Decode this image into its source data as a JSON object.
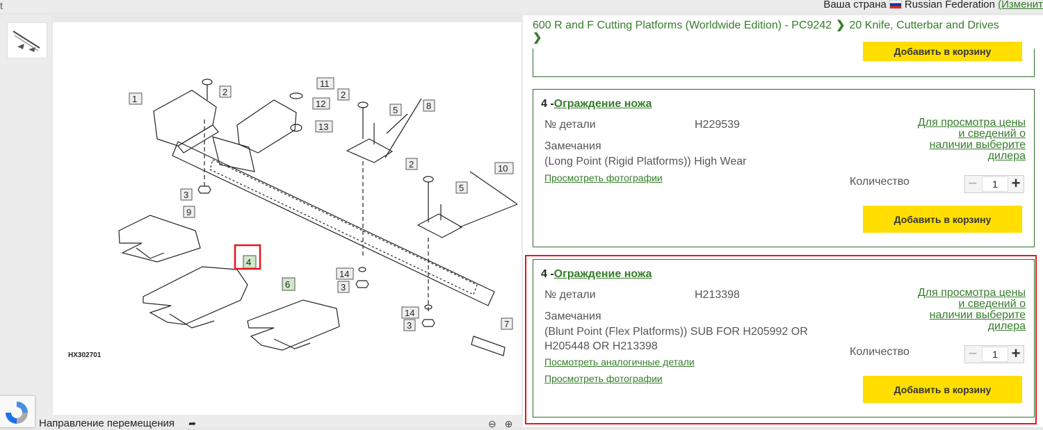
{
  "top": {
    "left_mark": "t",
    "country_label": "Ваша страна",
    "country_name": "Russian Federation",
    "change_label": "(Изменит"
  },
  "diagram": {
    "code": "HX302701",
    "callouts": [
      "1",
      "2",
      "11",
      "12",
      "13",
      "2",
      "5",
      "8",
      "3",
      "9",
      "4",
      "6",
      "2",
      "5",
      "10",
      "14",
      "3",
      "14",
      "3",
      "7"
    ]
  },
  "bottom": {
    "nav_direction": "Направление перемещения",
    "zoom_out_icon": "zoom-out-icon",
    "zoom_in_icon": "zoom-in-icon"
  },
  "breadcrumb": {
    "item1": "600 R and F Cutting Platforms (Worldwide Edition) - PC9242",
    "item2": "20 Knife, Cutterbar and Drives"
  },
  "labels": {
    "part_no": "№ детали",
    "remarks": "Замечания",
    "quantity": "Количество",
    "add_to_cart": "Добавить в корзину",
    "view_photos": "Просмотреть фотографии",
    "view_similar": "Посмотреть аналогичные детали",
    "dealer_line1": "Для просмотра цены",
    "dealer_line2": "и сведений о",
    "dealer_line3": "наличии выберите",
    "dealer_line4": "дилера"
  },
  "parts": [
    {
      "num": "4 -",
      "name": "Ограждение ножа",
      "part_number": "H229539",
      "remark": "(Long Point (Rigid Platforms)) High Wear",
      "quantity": "1"
    },
    {
      "num": "4 -",
      "name": "Ограждение ножа",
      "part_number": "H213398",
      "remark": "(Blunt Point (Flex Platforms)) SUB FOR H205992 OR H205448 OR H213398",
      "quantity": "1"
    }
  ],
  "colors": {
    "accent_green": "#367c2b",
    "button_yellow": "#ffde00",
    "highlight_red": "#e4161b"
  }
}
